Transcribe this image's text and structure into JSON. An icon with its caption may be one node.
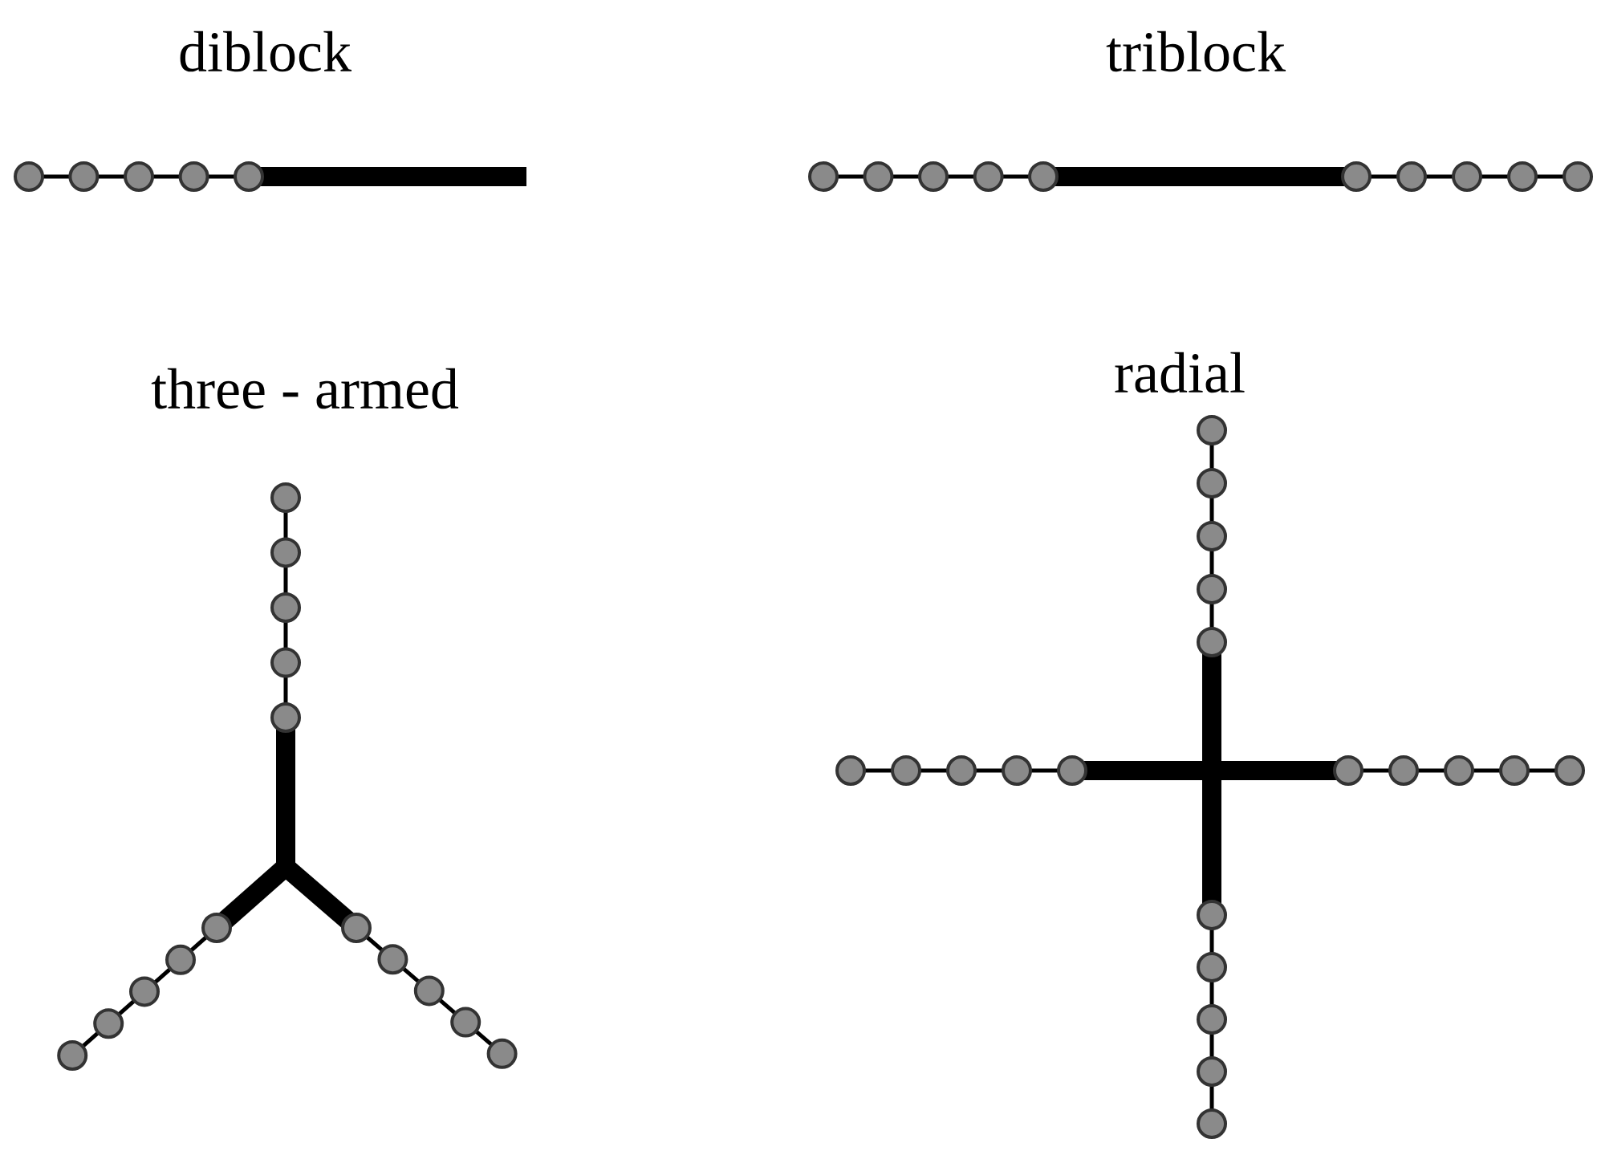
{
  "diagram": {
    "labels": [
      "diblock",
      "triblock",
      "three - armed",
      "radial"
    ]
  }
}
